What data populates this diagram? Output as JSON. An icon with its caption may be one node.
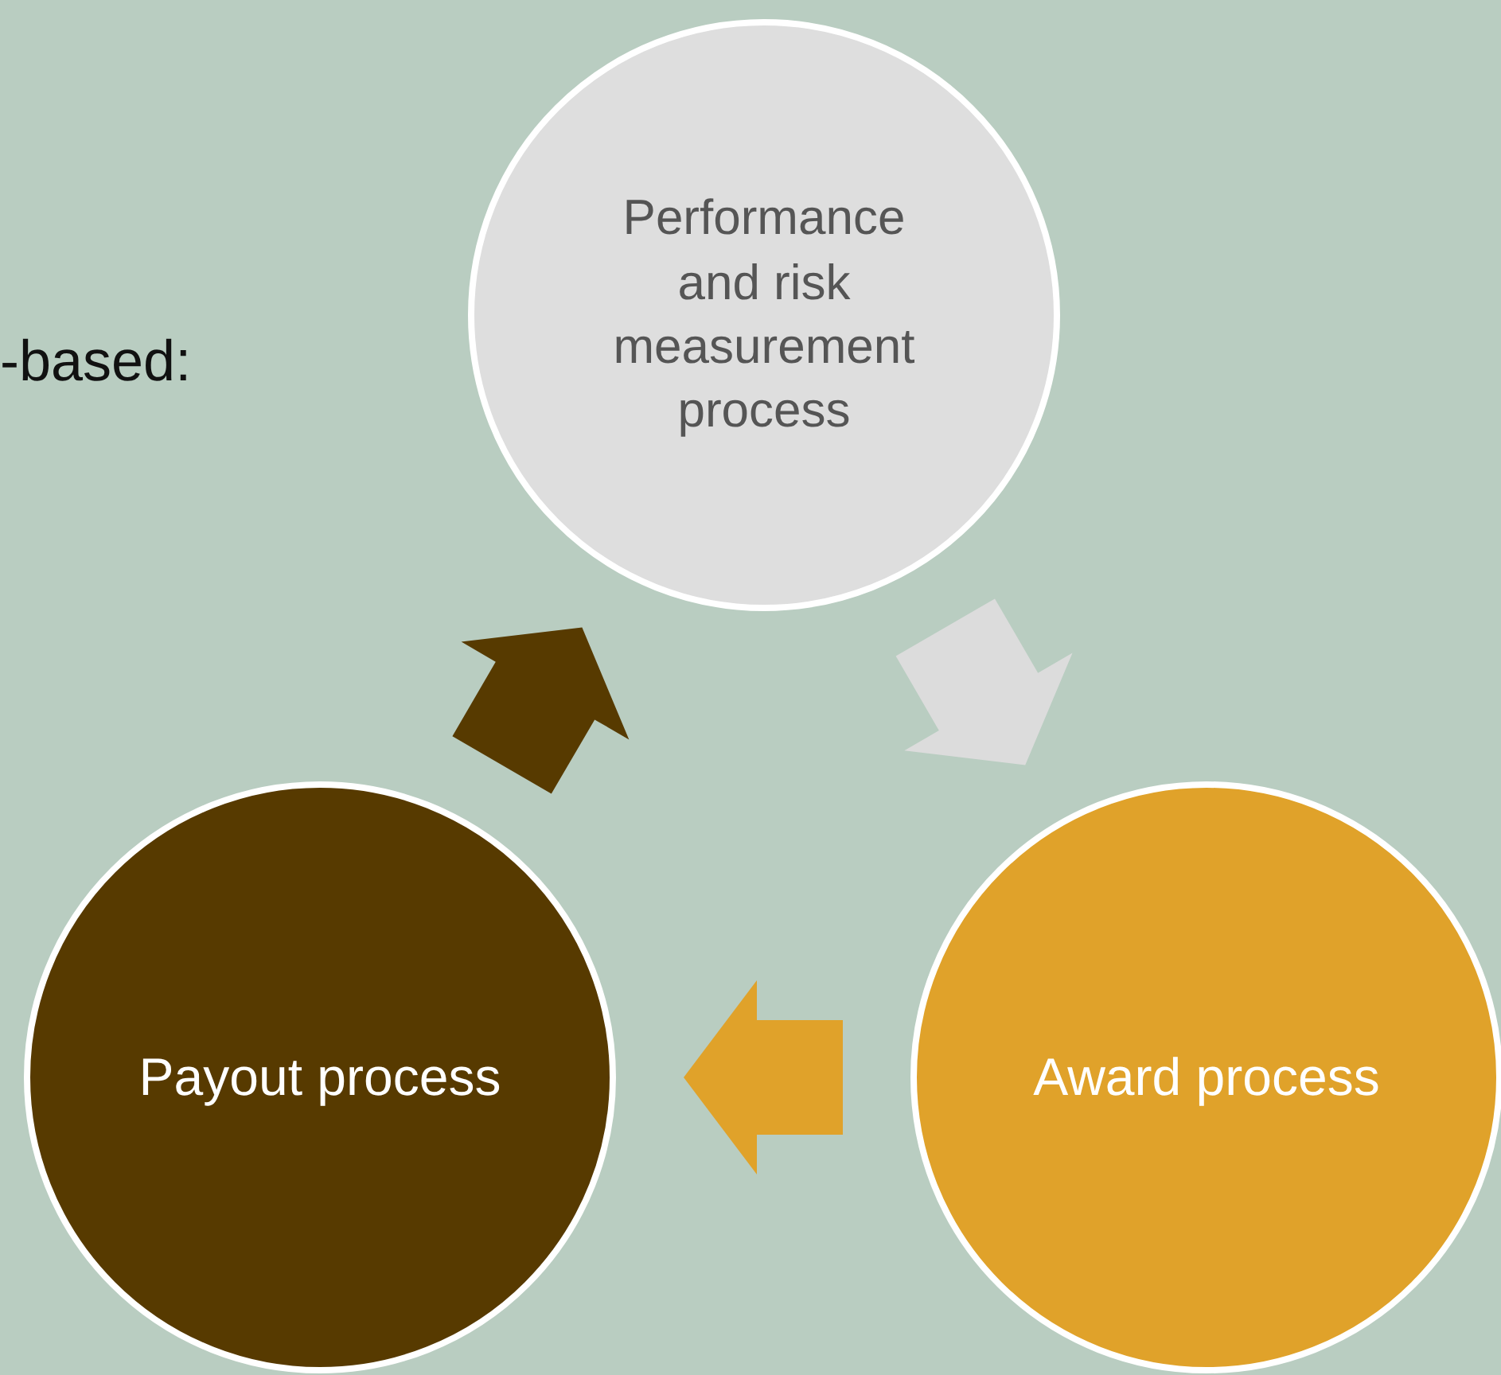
{
  "diagram": {
    "nodes": [
      {
        "text": [
          "Performance and risk measurement process"
        ]
      },
      {
        "text": [
          "Award process"
        ]
      },
      {
        "text": [
          "Payout process"
        ]
      }
    ],
    "edges": [
      {
        "from": 0,
        "to": 1,
        "arrow": "to",
        "style": "thick",
        "color": "#dcdcdc"
      },
      {
        "from": 1,
        "to": 2,
        "arrow": "to",
        "style": "thick",
        "color": "#e0a22a"
      },
      {
        "from": 2,
        "to": 0,
        "arrow": "to",
        "style": "thick",
        "color": "#573a00"
      }
    ],
    "labels": [
      "-based:"
    ]
  }
}
